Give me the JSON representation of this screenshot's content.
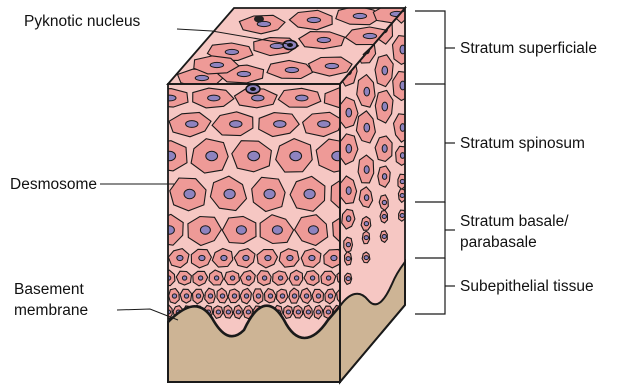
{
  "labels": {
    "pyknotic_nucleus": "Pyknotic nucleus",
    "desmosome": "Desmosome",
    "basement_membrane_line1": "Basement",
    "basement_membrane_line2": "membrane",
    "stratum_superficiale": "Stratum superficiale",
    "stratum_spinosum": "Stratum spinosum",
    "stratum_basale_line1": "Stratum basale/",
    "stratum_basale_line2": "parabasale",
    "subepithelial_tissue": "Subepithelial tissue"
  },
  "colors": {
    "cell_fill": "#ee9a97",
    "cytoplasm_bg": "#f6c7c3",
    "nucleus_fill": "#8e83bf",
    "tissue_fill": "#cdb495",
    "line": "#1a1a1a"
  }
}
